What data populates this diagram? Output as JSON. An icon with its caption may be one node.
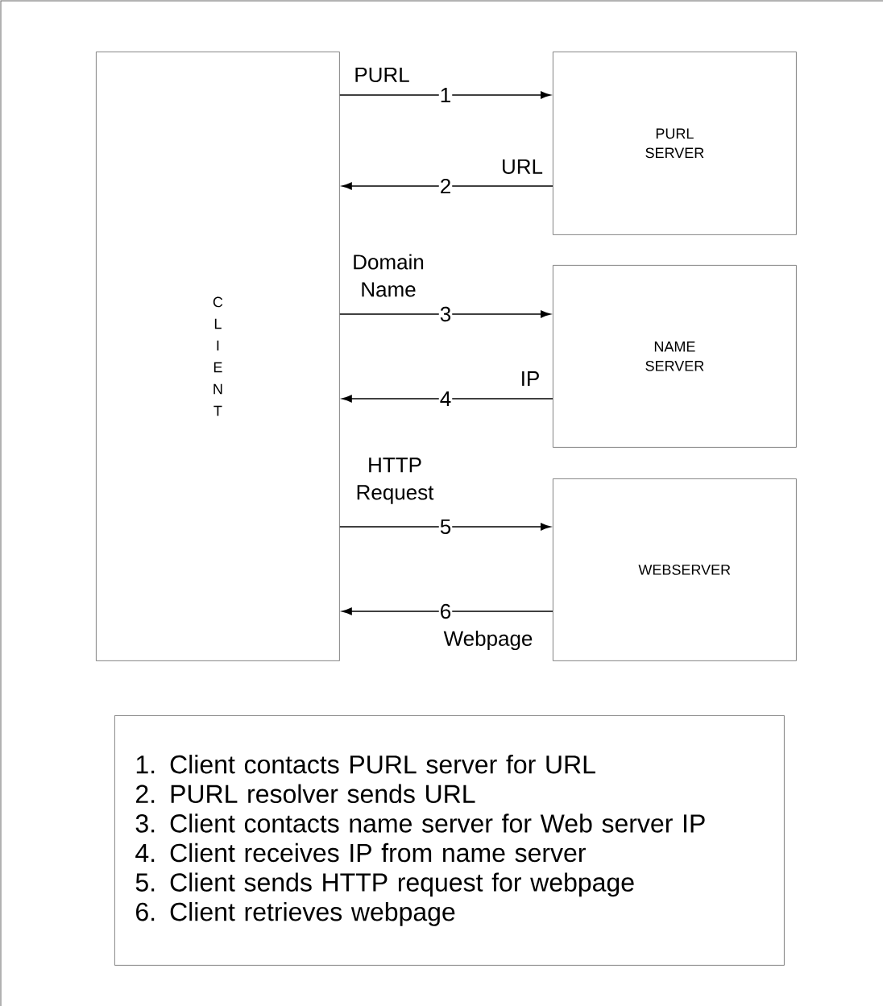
{
  "diagram": {
    "nodes": [
      {
        "text": [
          "CLIENT"
        ]
      },
      {
        "text": [
          "PURL SERVER"
        ]
      },
      {
        "text": [
          "NAME SERVER"
        ]
      },
      {
        "text": [
          "WEBSERVER"
        ]
      },
      {
        "text": [
          "1. Client contacts PURL server for URL",
          "2. PURL resolver sends URL",
          "3. Client contacts name server for Web server IP",
          "4. Client receives IP from name server",
          "5. Client sends HTTP request for webpage",
          "6. Client retrieves webpage"
        ]
      }
    ],
    "edges": [
      {
        "from": 0,
        "to": 1,
        "arrow": "to",
        "label": "1"
      },
      {
        "from": 1,
        "to": 0,
        "arrow": "to",
        "label": "2"
      },
      {
        "from": 0,
        "to": 2,
        "arrow": "to",
        "label": "3"
      },
      {
        "from": 2,
        "to": 0,
        "arrow": "to",
        "label": "4"
      },
      {
        "from": 0,
        "to": 3,
        "arrow": "to",
        "label": "5"
      },
      {
        "from": 3,
        "to": 0,
        "arrow": "to",
        "label": "6"
      }
    ],
    "labels": [
      "PURL",
      "URL",
      "Domain Name",
      "IP",
      "HTTP Request",
      "Webpage"
    ]
  }
}
